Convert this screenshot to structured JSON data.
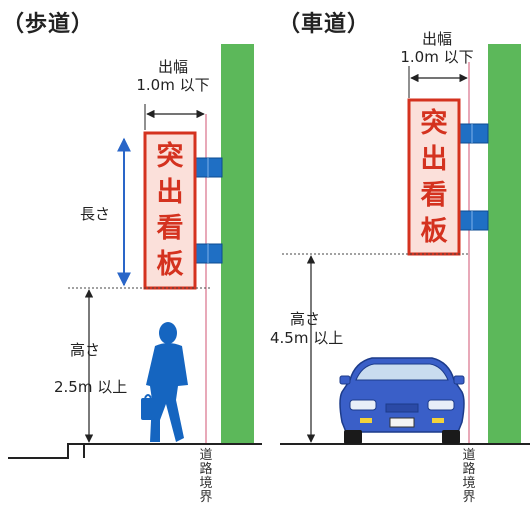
{
  "left_panel": {
    "title": "（歩道）",
    "width_label_line1": "出幅",
    "width_label_line2": "1.0m 以下",
    "length_label": "長さ",
    "height_label_line1": "高さ",
    "height_label_line2": "2.5m 以上",
    "sign_chars": [
      "突",
      "出",
      "看",
      "板"
    ],
    "boundary_chars": [
      "道",
      "路",
      "境",
      "界"
    ]
  },
  "right_panel": {
    "title": "（車道）",
    "width_label_line1": "出幅",
    "width_label_line2": "1.0m 以下",
    "height_label_line1": "高さ",
    "height_label_line2": "4.5m 以上",
    "sign_chars": [
      "突",
      "出",
      "看",
      "板"
    ],
    "boundary_chars": [
      "道",
      "路",
      "境",
      "界"
    ]
  },
  "colors": {
    "building": "#5cb85a",
    "sign_fill": "#fbe0da",
    "sign_border": "#d4321f",
    "bracket": "#1f6fc4",
    "length_arrow": "#2a66c8",
    "boundary_line": "#d9708a",
    "person": "#1565c0",
    "car": "#3a5fc8"
  }
}
